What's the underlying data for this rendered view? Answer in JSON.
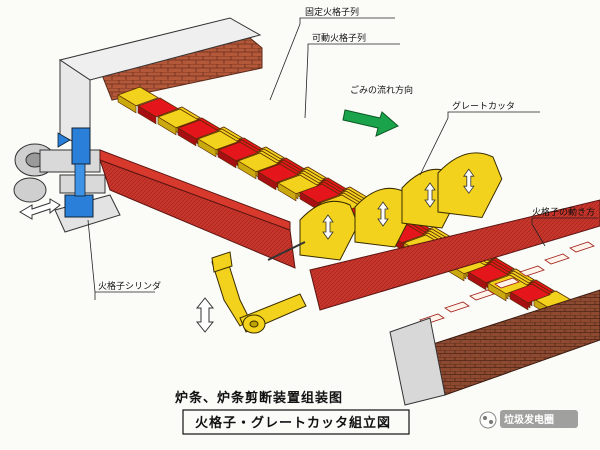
{
  "labels": {
    "fixed_grate_row": "固定火格子列",
    "movable_grate_row": "可動火格子列",
    "waste_flow_direction": "ごみの流れ方向",
    "grate_cutter": "グレートカッタ",
    "grate_motion_direction": "火格子の動き方",
    "grate_cylinder": "火格子シリンダ"
  },
  "titles": {
    "chinese_title": "炉条、炉条剪断装置组装图",
    "japanese_title": "火格子・グレートカッタ組立図"
  },
  "watermark": "垃圾发电圈",
  "colors": {
    "fixed_grate": "#f2d21c",
    "movable_grate": "#e4161b",
    "brick": "#b55a3a",
    "arrow_green": "#1aa34a",
    "cylinder_blue": "#2a7fd8"
  }
}
